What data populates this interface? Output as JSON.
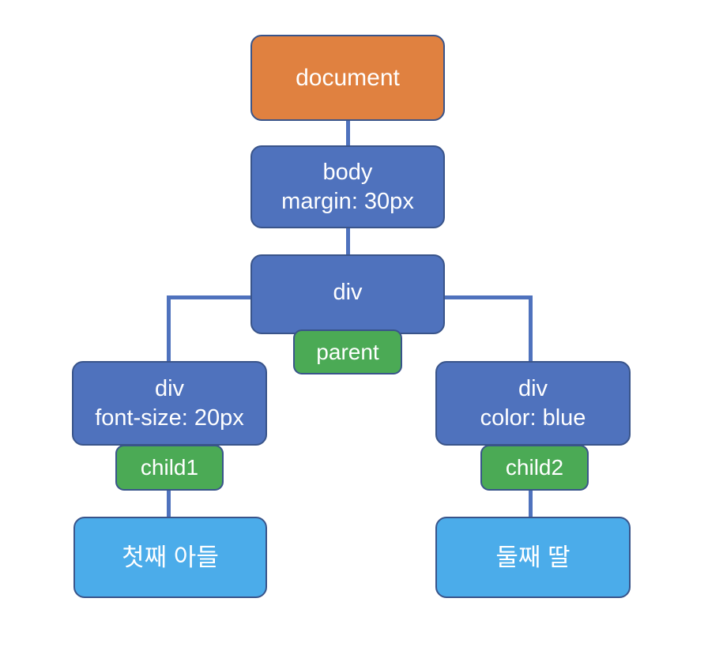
{
  "diagram": {
    "title": "DOM tree diagram",
    "colors": {
      "root_fill": "#E08140",
      "node_fill": "#4F72BD",
      "badge_fill": "#4BAA55",
      "leaf_fill": "#4BACEA",
      "border": "#39548A",
      "connector": "#4F72BD",
      "text": "#FFFFFF",
      "background": "#FFFFFF"
    },
    "nodes": {
      "document": {
        "label": "document"
      },
      "body": {
        "line1": "body",
        "line2": "margin: 30px"
      },
      "parent_div": {
        "line1": "div",
        "badge": "parent"
      },
      "child1_div": {
        "line1": "div",
        "line2": "font-size: 20px",
        "badge": "child1"
      },
      "child2_div": {
        "line1": "div",
        "line2": "color: blue",
        "badge": "child2"
      },
      "leaf_left": {
        "label": "첫째 아들"
      },
      "leaf_right": {
        "label": "둘째 딸"
      }
    }
  }
}
